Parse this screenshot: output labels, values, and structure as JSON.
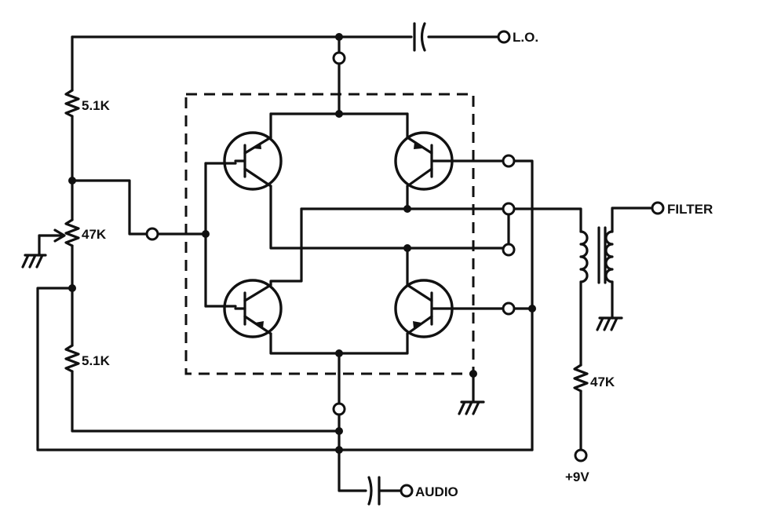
{
  "labels": {
    "lo": "L.O.",
    "filter": "FILTER",
    "audio": "AUDIO",
    "supply": "+9V",
    "r_top": "5.1K",
    "r_pot": "47K",
    "r_bottom": "5.1K",
    "r_supply": "47K"
  }
}
